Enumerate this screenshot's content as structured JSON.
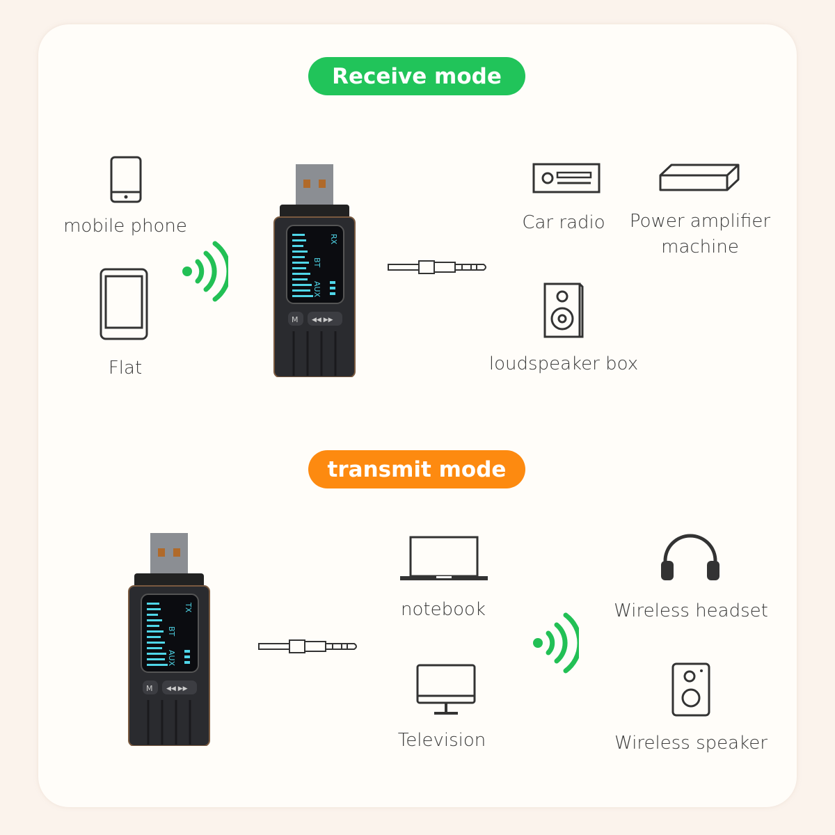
{
  "receive": {
    "title": "Receive mode",
    "sources": [
      {
        "icon": "mobile-phone-icon",
        "label": "mobile phone"
      },
      {
        "icon": "tablet-icon",
        "label": "Flat"
      }
    ],
    "device": {
      "mode": "RX",
      "bt": "BT",
      "aux": "AUX",
      "button": "M"
    },
    "outputs": [
      {
        "icon": "car-radio-icon",
        "label": "Car radio"
      },
      {
        "icon": "amplifier-icon",
        "label_line1": "Power amplifier",
        "label_line2": "machine"
      },
      {
        "icon": "loudspeaker-icon",
        "label": "loudspeaker box"
      }
    ]
  },
  "transmit": {
    "title": "transmit mode",
    "device": {
      "mode": "TX",
      "bt": "BT",
      "aux": "AUX",
      "button": "M"
    },
    "sources": [
      {
        "icon": "laptop-icon",
        "label": "notebook"
      },
      {
        "icon": "television-icon",
        "label": "Television"
      }
    ],
    "outputs": [
      {
        "icon": "headset-icon",
        "label": "Wireless headset"
      },
      {
        "icon": "speaker-icon",
        "label": "Wireless speaker"
      }
    ]
  },
  "colors": {
    "receive": "#21c45a",
    "transmit": "#fd8a10",
    "signal": "#22c055",
    "screen_text": "#4fd6e8"
  }
}
